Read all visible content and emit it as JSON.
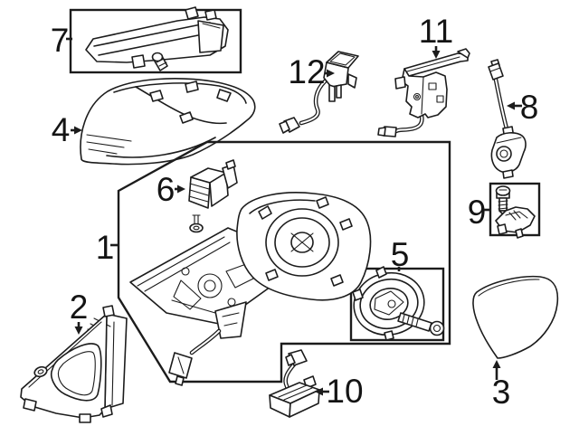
{
  "diagram": {
    "background": "#ffffff",
    "line_color": "#1c1c1c",
    "parts": [
      {
        "number": "7",
        "icon": "turn-signal-lamp-icon",
        "leader": "dash",
        "boxed": true
      },
      {
        "number": "4",
        "icon": "mirror-cover-cap-icon",
        "leader": "arrow-right",
        "boxed": false
      },
      {
        "number": "6",
        "icon": "control-module-icon",
        "leader": "arrow-right",
        "boxed": false
      },
      {
        "number": "1",
        "icon": "mirror-assembly-icon",
        "leader": "dash",
        "boxed": true
      },
      {
        "number": "2",
        "icon": "corner-trim-panel-icon",
        "leader": "arrow-down",
        "boxed": false
      },
      {
        "number": "12",
        "icon": "sensor-with-cable-icon",
        "leader": "arrow-right",
        "boxed": false
      },
      {
        "number": "11",
        "icon": "bracket-with-harness-icon",
        "leader": "arrow-down",
        "boxed": false
      },
      {
        "number": "8",
        "icon": "camera-with-cable-icon",
        "leader": "arrow-left",
        "boxed": false
      },
      {
        "number": "9",
        "icon": "screw-and-clip-icon",
        "leader": "dash",
        "boxed": true
      },
      {
        "number": "5",
        "icon": "speaker-icon",
        "leader": "line",
        "boxed": true
      },
      {
        "number": "10",
        "icon": "sensor-module-icon",
        "leader": "arrow-left",
        "boxed": false
      },
      {
        "number": "3",
        "icon": "mirror-glass-icon",
        "leader": "arrow-up",
        "boxed": false
      }
    ]
  }
}
